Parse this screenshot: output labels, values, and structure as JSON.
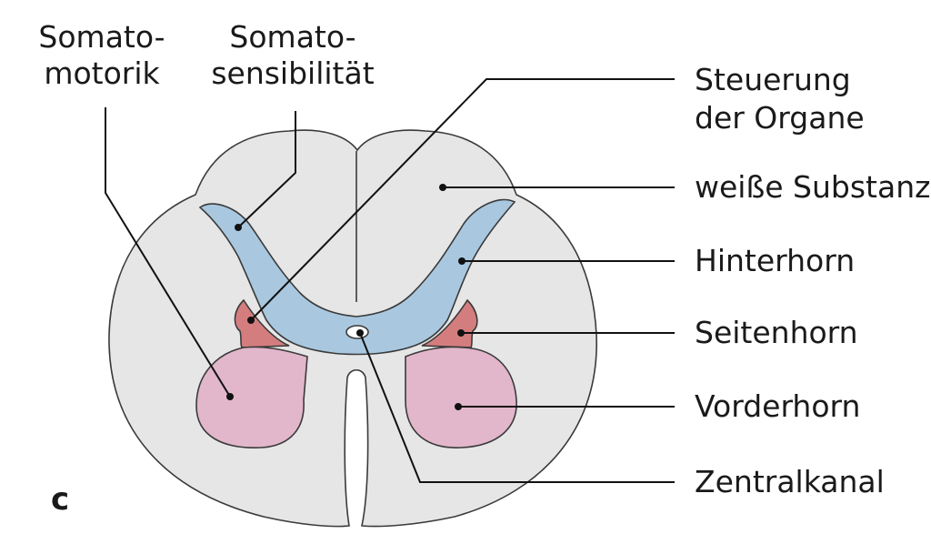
{
  "panel_letter": "c",
  "labels": {
    "somatomotorik_1": "Somato-",
    "somatomotorik_2": "motorik",
    "somatosensibilitaet_1": "Somato-",
    "somatosensibilitaet_2": "sensibilität",
    "steuerung_1": "Steuerung",
    "steuerung_2": "der Organe",
    "weisse_substanz": "weiße Substanz",
    "hinterhorn": "Hinterhorn",
    "seitenhorn": "Seitenhorn",
    "vorderhorn": "Vorderhorn",
    "zentralkanal": "Zentralkanal"
  },
  "colors": {
    "white_matter": "#e6e6e6",
    "dorsal_horn": "#a9c8e0",
    "lateral_horn": "#d47d7f",
    "ventral_horn": "#e2b6cb",
    "central_canal": "#ffffff"
  }
}
